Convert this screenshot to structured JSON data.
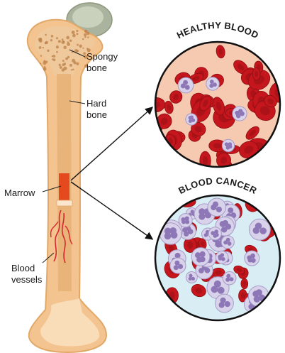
{
  "labels": {
    "spongy_bone_line1": "Spongy",
    "spongy_bone_line2": "bone",
    "hard_bone_line1": "Hard",
    "hard_bone_line2": "bone",
    "marrow": "Marrow",
    "blood_vessels_line1": "Blood",
    "blood_vessels_line2": "vessels"
  },
  "panels": {
    "healthy": {
      "title": "HEALTHY BLOOD"
    },
    "cancer": {
      "title": "BLOOD CANCER"
    }
  },
  "colors": {
    "bone_tan": "#f3c48f",
    "bone_light": "#f9dcb8",
    "bone_outline": "#e1a868",
    "joint_cap": "#aab39d",
    "spongy": "#efc89b",
    "marrow_red": "#e44a1d",
    "vessel_red": "#d9262e",
    "red_cell": "#c4161c",
    "red_cell_dark": "#8e0f13",
    "plasma_healthy": "#f6c9b1",
    "plasma_cancer": "#d9edf4",
    "white_cell": "#d8d3ea",
    "white_cell_nucleus": "#8d77b6"
  }
}
